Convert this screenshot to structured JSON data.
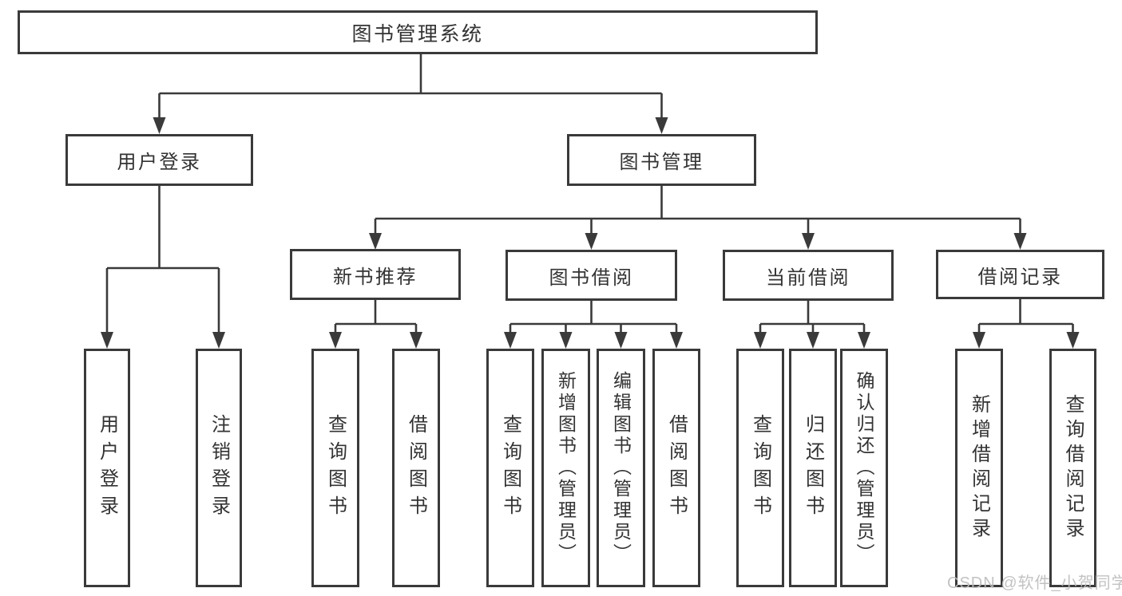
{
  "diagram": {
    "type": "hierarchy-tree",
    "tree": {
      "root": {
        "label": "图书管理系统",
        "user_login": {
          "label": "用户登录",
          "children": {
            "login": {
              "label": "用户登录"
            },
            "logout": {
              "label": "注销登录"
            }
          }
        },
        "book_mgmt": {
          "label": "图书管理",
          "new_book_rec": {
            "label": "新书推荐",
            "children": {
              "query_book": {
                "label": "查询图书"
              },
              "borrow_book": {
                "label": "借阅图书"
              }
            }
          },
          "book_borrow": {
            "label": "图书借阅",
            "children": {
              "query_book": {
                "label": "查询图书"
              },
              "add_book_admin": {
                "label": "新增图书（管理员）"
              },
              "edit_book_admin": {
                "label": "编辑图书（管理员）"
              },
              "borrow_book": {
                "label": "借阅图书"
              }
            }
          },
          "current_borrow": {
            "label": "当前借阅",
            "children": {
              "query_book": {
                "label": "查询图书"
              },
              "return_book": {
                "label": "归还图书"
              },
              "confirm_return_admin": {
                "label": "确认归还（管理员）"
              }
            }
          },
          "borrow_record": {
            "label": "借阅记录",
            "children": {
              "add_borrow_record": {
                "label": "新增借阅记录"
              },
              "query_borrow_record": {
                "label": "查询借阅记录"
              }
            }
          }
        }
      }
    }
  },
  "watermark": {
    "text": "CSDN @软件_小贺同学",
    "color": "#bdbdbd"
  },
  "colors": {
    "line": "#3a3a3a",
    "box_border": "#3a3a3a",
    "text": "#333333",
    "background": "#ffffff"
  }
}
